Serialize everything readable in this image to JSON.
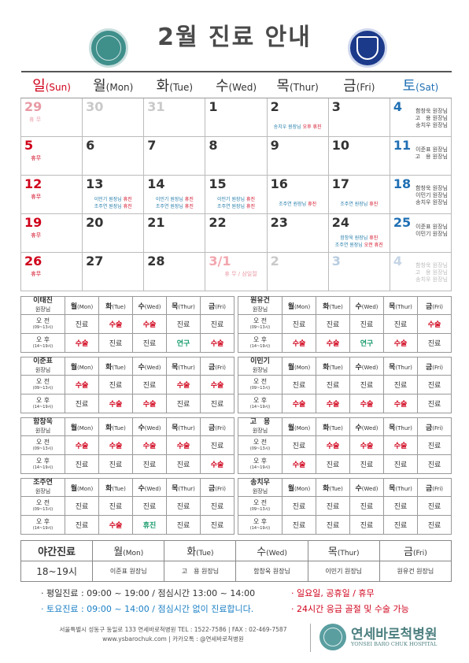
{
  "title": "2월 진료 안내",
  "weekdays": [
    {
      "ko": "일",
      "en": "(Sun)",
      "color": "#d0021b"
    },
    {
      "ko": "월",
      "en": "(Mon)",
      "color": "#333333"
    },
    {
      "ko": "화",
      "en": "(Tue)",
      "color": "#333333"
    },
    {
      "ko": "수",
      "en": "(Wed)",
      "color": "#333333"
    },
    {
      "ko": "목",
      "en": "(Thur)",
      "color": "#333333"
    },
    {
      "ko": "금",
      "en": "(Fri)",
      "color": "#333333"
    },
    {
      "ko": "토",
      "en": "(Sat)",
      "color": "#1f6fb3"
    }
  ],
  "calendar": [
    [
      {
        "day": "29",
        "cls": "sun dim-sun",
        "hol": "휴 무"
      },
      {
        "day": "30",
        "cls": "dim"
      },
      {
        "day": "31",
        "cls": "dim"
      },
      {
        "day": "1"
      },
      {
        "day": "2",
        "notes": [
          [
            "송치우 원장님 ",
            "오후 휴진"
          ]
        ]
      },
      {
        "day": "3"
      },
      {
        "day": "4",
        "cls": "sat",
        "sat": [
          "함창욱 원장님",
          "고　용 원장님",
          "송치우 원장님"
        ]
      }
    ],
    [
      {
        "day": "5",
        "cls": "sun",
        "hol": "휴무"
      },
      {
        "day": "6"
      },
      {
        "day": "7"
      },
      {
        "day": "8"
      },
      {
        "day": "9"
      },
      {
        "day": "10"
      },
      {
        "day": "11",
        "cls": "sat",
        "sat": [
          "이준표 원장님",
          "고　용 원장님"
        ]
      }
    ],
    [
      {
        "day": "12",
        "cls": "sun",
        "hol": "휴무"
      },
      {
        "day": "13",
        "notes": [
          [
            "이민기 원장님 ",
            "휴진"
          ],
          [
            "조주연 원장님 ",
            "휴진"
          ]
        ]
      },
      {
        "day": "14",
        "notes": [
          [
            "이민기 원장님 ",
            "휴진"
          ],
          [
            "조주연 원장님 ",
            "휴진"
          ]
        ]
      },
      {
        "day": "15",
        "notes": [
          [
            "이민기 원장님 ",
            "휴진"
          ],
          [
            "조주연 원장님 ",
            "휴진"
          ]
        ]
      },
      {
        "day": "16",
        "notes": [
          [
            "조주연 원장님 ",
            "휴진"
          ]
        ]
      },
      {
        "day": "17",
        "notes": [
          [
            "조주연 원장님 ",
            "휴진"
          ]
        ]
      },
      {
        "day": "18",
        "cls": "sat",
        "sat": [
          "함창욱 원장님",
          "이민기 원장님",
          "송치우 원장님"
        ]
      }
    ],
    [
      {
        "day": "19",
        "cls": "sun",
        "hol": "휴무"
      },
      {
        "day": "20"
      },
      {
        "day": "21"
      },
      {
        "day": "22"
      },
      {
        "day": "23"
      },
      {
        "day": "24",
        "notes": [
          [
            "함창욱 원장님 ",
            "휴진"
          ],
          [
            "조주연 원장님 ",
            "오전 휴진"
          ]
        ]
      },
      {
        "day": "25",
        "cls": "sat",
        "sat": [
          "이준표 원장님",
          "이민기 원장님"
        ]
      }
    ],
    [
      {
        "day": "26",
        "cls": "sun",
        "hol": "휴무"
      },
      {
        "day": "27"
      },
      {
        "day": "28"
      },
      {
        "day": "3/1",
        "cls": "hol31",
        "hol": "휴 무 / 삼일절"
      },
      {
        "day": "2",
        "cls": "dim"
      },
      {
        "day": "3",
        "cls": "dimblue"
      },
      {
        "day": "4",
        "cls": "dimsat",
        "sat": [
          "함창욱 원장님",
          "고　용 원장님",
          "송치우 원장님"
        ]
      }
    ]
  ],
  "schedule_days": [
    {
      "ko": "월",
      "en": "(Mon)"
    },
    {
      "ko": "화",
      "en": "(Tue)"
    },
    {
      "ko": "수",
      "en": "(Wed)"
    },
    {
      "ko": "목",
      "en": "(Thur)"
    },
    {
      "ko": "금",
      "en": "(Fri)"
    }
  ],
  "title_suffix": "원장님",
  "periods": [
    {
      "label": "오 전",
      "time": "(09~13시)"
    },
    {
      "label": "오 후",
      "time": "(14~19시)"
    }
  ],
  "doctors": [
    {
      "name": "이태진",
      "am": [
        "진료",
        "수술",
        "수술",
        "진료",
        "진료"
      ],
      "pm": [
        "수술",
        "진료",
        "진료",
        "연구",
        "수술"
      ]
    },
    {
      "name": "원유건",
      "am": [
        "진료",
        "진료",
        "진료",
        "진료",
        "수술"
      ],
      "pm": [
        "수술",
        "수술",
        "연구",
        "수술",
        "진료"
      ]
    },
    {
      "name": "이준표",
      "am": [
        "수술",
        "진료",
        "진료",
        "수술",
        "수술"
      ],
      "pm": [
        "진료",
        "수술",
        "수술",
        "진료",
        "진료"
      ]
    },
    {
      "name": "이민기",
      "am": [
        "진료",
        "진료",
        "진료",
        "진료",
        "진료"
      ],
      "pm": [
        "수술",
        "수술",
        "수술",
        "수술",
        "진료"
      ]
    },
    {
      "name": "함창욱",
      "am": [
        "수술",
        "수술",
        "수술",
        "수술",
        "진료"
      ],
      "pm": [
        "진료",
        "진료",
        "진료",
        "진료",
        "수술"
      ]
    },
    {
      "name": "고　용",
      "am": [
        "진료",
        "수술",
        "수술",
        "수술",
        "진료"
      ],
      "pm": [
        "수술",
        "진료",
        "진료",
        "진료",
        "진료"
      ]
    },
    {
      "name": "조주연",
      "am": [
        "진료",
        "진료",
        "진료",
        "진료",
        "진료"
      ],
      "pm": [
        "진료",
        "수술",
        "휴진",
        "진료",
        "진료"
      ]
    },
    {
      "name": "송치우",
      "am": [
        "진료",
        "진료",
        "진료",
        "진료",
        "진료"
      ],
      "pm": [
        "진료",
        "진료",
        "진료",
        "진료",
        "진료"
      ]
    }
  ],
  "night": {
    "title": "야간진료",
    "hours": "18~19시",
    "doctors": [
      "이준표 원장님",
      "고　용 원장님",
      "함창욱 원장님",
      "이민기 원장님",
      "원유건 원장님"
    ]
  },
  "notes": {
    "weekday": "· 평일진료 : 09:00 ~ 19:00 / 점심시간 13:00 ~ 14:00",
    "holiday": "· 일요일, 공휴일 / 휴무",
    "saturday": "· 토요진료 : 09:00 ~ 14:00 / 점심시간 없이 진료합니다.",
    "emergency": "· 24시간 응급 골절 및 수술 가능"
  },
  "footer": {
    "address": "서울특별시 성동구 동일로 133 연세바로척병원   TEL : 1522-7586  |  FAX : 02-469-7587",
    "contact": "www.ysbarochuk.com  |  카카오톡 : @연세바로척병원",
    "hospital_name": "연세바로척병원",
    "hospital_en": "YONSEI BARO CHUK HOSPITAL"
  },
  "colors": {
    "surgery": "#d0021b",
    "research": "#1a9c6e",
    "sunday": "#d0021b",
    "saturday": "#1f6fb3",
    "note_blue": "#1a7fc4",
    "brand": "#4d7f80"
  },
  "icons": [
    "university-seal-left",
    "university-seal-right",
    "hospital-logo"
  ]
}
